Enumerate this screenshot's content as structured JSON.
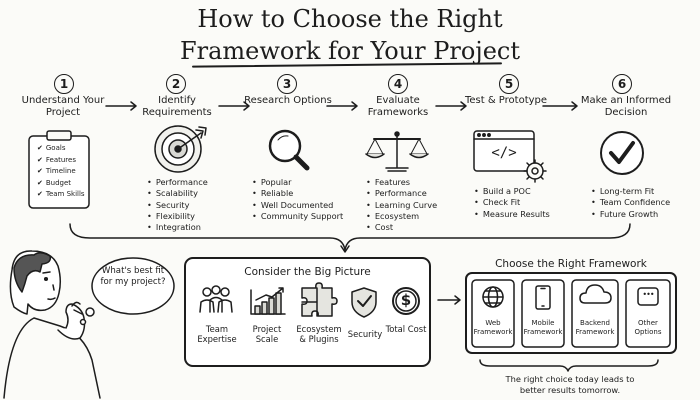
{
  "title": {
    "line1": "How to Choose the Right",
    "line2": "Framework for Your Project"
  },
  "steps": [
    {
      "num": "1",
      "title": "Understand Your Project",
      "icon": "clipboard-checklist-icon",
      "checklist": [
        "Goals",
        "Features",
        "Timeline",
        "Budget",
        "Team Skills"
      ]
    },
    {
      "num": "2",
      "title": "Identify Requirements",
      "icon": "target-icon",
      "bullets": [
        "Performance",
        "Scalability",
        "Security",
        "Flexibility",
        "Integration"
      ]
    },
    {
      "num": "3",
      "title": "Research Options",
      "icon": "magnifier-icon",
      "bullets": [
        "Popular",
        "Reliable",
        "Well Documented",
        "Community Support"
      ]
    },
    {
      "num": "4",
      "title": "Evaluate Frameworks",
      "icon": "balance-scale-icon",
      "bullets": [
        "Features",
        "Performance",
        "Learning Curve",
        "Ecosystem",
        "Cost"
      ]
    },
    {
      "num": "5",
      "title": "Test & Prototype",
      "icon": "code-window-icon",
      "code_glyph": "</>",
      "bullets": [
        "Build a POC",
        "Check Fit",
        "Measure Results"
      ]
    },
    {
      "num": "6",
      "title": "Make an Informed Decision",
      "icon": "checkmark-circle-icon",
      "bullets": [
        "Long-term Fit",
        "Team Confidence",
        "Future Growth"
      ]
    }
  ],
  "thought_bubble": "What's best fit for my project?",
  "big_picture": {
    "title": "Consider the Big Picture",
    "items": [
      {
        "label": "Team Expertise",
        "icon": "team-people-icon"
      },
      {
        "label": "Project Scale",
        "icon": "bar-chart-icon"
      },
      {
        "label": "Ecosystem & Plugins",
        "icon": "puzzle-icon"
      },
      {
        "label": "Security",
        "icon": "shield-icon"
      },
      {
        "label": "Total Cost",
        "icon": "dollar-coin-icon"
      }
    ]
  },
  "right_framework": {
    "title": "Choose the Right Framework",
    "cards": [
      {
        "label": "Web Framework",
        "icon": "globe-icon"
      },
      {
        "label": "Mobile Framework",
        "icon": "phone-icon"
      },
      {
        "label": "Backend Framework",
        "icon": "cloud-icon"
      },
      {
        "label": "Other Options",
        "icon": "more-dots-icon",
        "glyph": "•••"
      }
    ],
    "note": "The right choice today leads to better results tomorrow."
  }
}
